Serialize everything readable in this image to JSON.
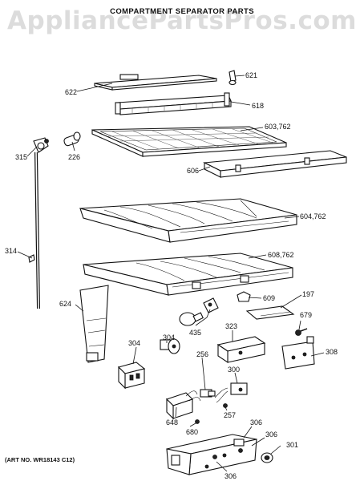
{
  "watermark": "AppliancePartsPros.com",
  "title": "COMPARTMENT SEPARATOR PARTS",
  "art_number": "(ART NO. WR18143 C12)",
  "callouts": {
    "c621": "621",
    "c622": "622",
    "c618": "618",
    "c603": "603,762",
    "c315": "315",
    "c226": "226",
    "c606": "606",
    "c604": "604,762",
    "c314": "314",
    "c608": "608,762",
    "c609": "609",
    "c197": "197",
    "c624": "624",
    "c679": "679",
    "c323": "323",
    "c308": "308",
    "c435": "435",
    "c304a": "304",
    "c304b": "304",
    "c300": "300",
    "c256": "256",
    "c257": "257",
    "c648": "648",
    "c680": "680",
    "c306a": "306",
    "c306b": "306",
    "c306c": "306",
    "c301": "301"
  }
}
